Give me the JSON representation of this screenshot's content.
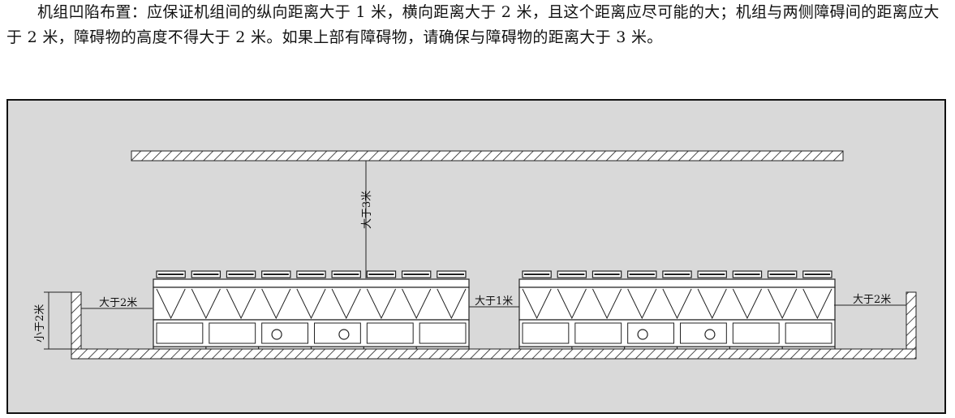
{
  "description": {
    "paragraph": "机组凹陷布置：应保证机组间的纵向距离大于 1 米，横向距离大于 2 米，且这个距离应尽可能的大；机组与两侧障碍间的距离应大于 2 米，障碍物的高度不得大于 2 米。如果上部有障碍物，请确保与障碍物的距离大于 3 米。"
  },
  "diagram": {
    "labels": {
      "top_clearance": "大于3米",
      "left_height": "小于2米",
      "left_gap": "大于2米",
      "middle_gap": "大于1米",
      "right_gap": "大于2米"
    },
    "colors": {
      "frame_bg": "#d9d9d9",
      "line": "#222222",
      "unit_fill": "#ffffff"
    }
  }
}
